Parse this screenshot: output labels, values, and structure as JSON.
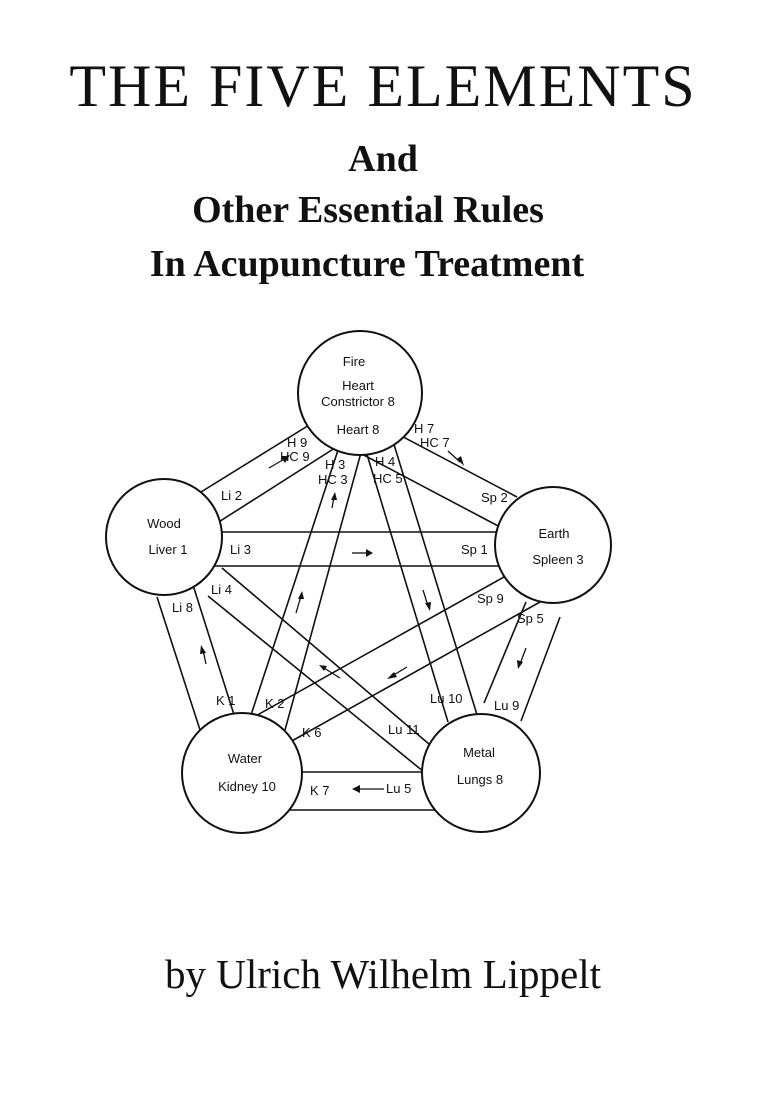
{
  "cover": {
    "title": "THE FIVE ELEMENTS",
    "subtitle_line1": "And",
    "subtitle_line2": "Other Essential Rules",
    "subtitle_line3": "In Acupuncture Treatment",
    "author": "by Ulrich Wilhelm Lippelt"
  },
  "diagram": {
    "elements": {
      "fire": {
        "name": "Fire",
        "line2": "Heart",
        "line3": "Constrictor 8",
        "line4": "Heart 8"
      },
      "earth": {
        "name": "Earth",
        "line2": "Spleen 3"
      },
      "metal": {
        "name": "Metal",
        "line2": "Lungs 8"
      },
      "water": {
        "name": "Water",
        "line2": "Kidney 10"
      },
      "wood": {
        "name": "Wood",
        "line2": "Liver 1"
      }
    },
    "points": {
      "h9": "H 9",
      "hc9": "HC 9",
      "h7": "H 7",
      "hc7": "HC 7",
      "h3": "H 3",
      "hc3": "HC 3",
      "h4": "H 4",
      "hc5": "HC 5",
      "li2": "Li 2",
      "li3": "Li 3",
      "li4": "Li 4",
      "li8": "Li 8",
      "sp2": "Sp 2",
      "sp1": "Sp 1",
      "sp9": "Sp 9",
      "sp5": "Sp 5",
      "lu9": "Lu 9",
      "lu10": "Lu 10",
      "lu11": "Lu 11",
      "lu5": "Lu 5",
      "k1": "K 1",
      "k2": "K 2",
      "k6": "K 6",
      "k7": "K 7"
    }
  }
}
